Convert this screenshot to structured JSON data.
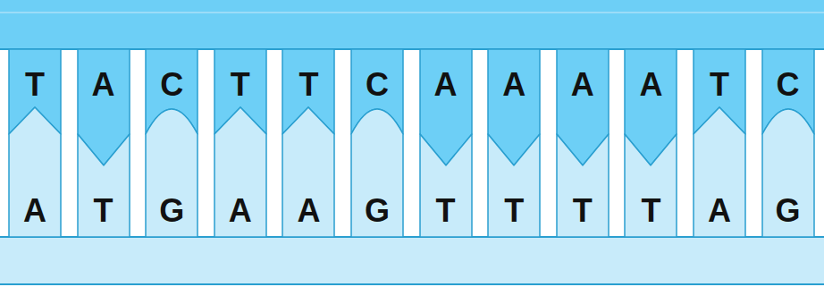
{
  "diagram": {
    "nodes": [
      {
        "text": [
          "T"
        ]
      },
      {
        "text": [
          "A"
        ]
      },
      {
        "text": [
          "C"
        ]
      },
      {
        "text": [
          "T"
        ]
      },
      {
        "text": [
          "T"
        ]
      },
      {
        "text": [
          "C"
        ]
      },
      {
        "text": [
          "A"
        ]
      },
      {
        "text": [
          "A"
        ]
      },
      {
        "text": [
          "A"
        ]
      },
      {
        "text": [
          "A"
        ]
      },
      {
        "text": [
          "T"
        ]
      },
      {
        "text": [
          "C"
        ]
      },
      {
        "text": [
          "A"
        ]
      },
      {
        "text": [
          "T"
        ]
      },
      {
        "text": [
          "G"
        ]
      },
      {
        "text": [
          "A"
        ]
      },
      {
        "text": [
          "A"
        ]
      },
      {
        "text": [
          "G"
        ]
      },
      {
        "text": [
          "T"
        ]
      },
      {
        "text": [
          "T"
        ]
      },
      {
        "text": [
          "T"
        ]
      },
      {
        "text": [
          "T"
        ]
      },
      {
        "text": [
          "A"
        ]
      },
      {
        "text": [
          "G"
        ]
      }
    ]
  }
}
